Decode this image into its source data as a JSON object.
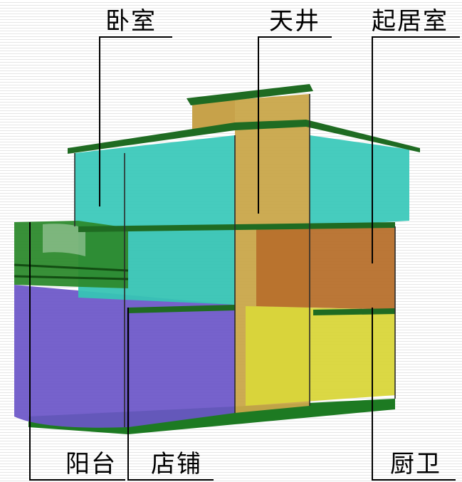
{
  "labels": {
    "bedroom": "卧室",
    "atrium": "天井",
    "living_room": "起居室",
    "balcony": "阳台",
    "shop": "店铺",
    "kitchen_bath": "厨卫"
  },
  "colors": {
    "roof": "#1f6b22",
    "bedroom": "#38c9bb",
    "atrium": "#c7a64a",
    "living": "#b7702c",
    "shop": "#6a55c8",
    "kitchen": "#d9d63a",
    "balcony": "#2d8a2d",
    "floor": "#1d7a22"
  }
}
